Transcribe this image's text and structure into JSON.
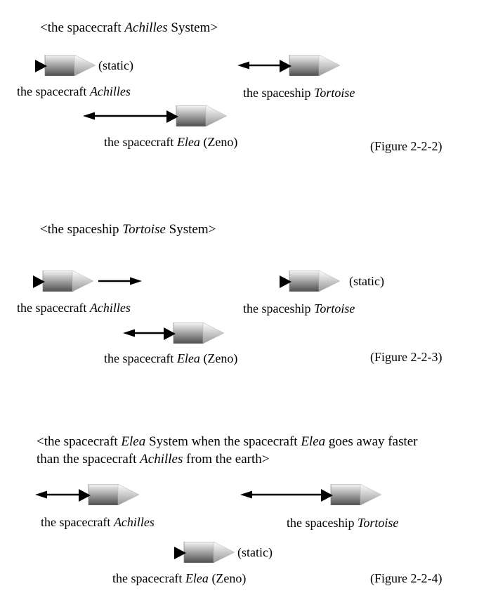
{
  "page": {
    "background_color": "#ffffff",
    "text_color": "#000000"
  },
  "ship_icon": {
    "nozzle_color": "#000000",
    "body_gradient_top": "#f6f6f6",
    "body_gradient_bottom": "#4e4e4e",
    "cone_gradient_top": "#ffffff",
    "cone_gradient_bottom": "#969696",
    "arrow_color": "#000000"
  },
  "figures": [
    {
      "id": "2-2-2",
      "caption": "(Figure 2-2-2)",
      "title_lines": [
        [
          {
            "t": "<the spacecraft ",
            "i": false
          },
          {
            "t": "Achilles",
            "i": true
          },
          {
            "t": " System>",
            "i": false
          }
        ]
      ],
      "ships": {
        "achilles": {
          "label": [
            {
              "t": "the spacecraft ",
              "i": false
            },
            {
              "t": "Achilles",
              "i": true
            }
          ],
          "motion": "static",
          "static_label": "(static)"
        },
        "tortoise": {
          "label": [
            {
              "t": "the spaceship ",
              "i": false
            },
            {
              "t": "Tortoise",
              "i": true
            }
          ],
          "motion": "moving-left"
        },
        "elea": {
          "label": [
            {
              "t": "the spacecraft ",
              "i": false
            },
            {
              "t": "Elea",
              "i": true
            },
            {
              "t": " (Zeno)",
              "i": false
            }
          ],
          "motion": "moving-left"
        }
      }
    },
    {
      "id": "2-2-3",
      "caption": "(Figure 2-2-3)",
      "title_lines": [
        [
          {
            "t": "<the spaceship ",
            "i": false
          },
          {
            "t": "Tortoise",
            "i": true
          },
          {
            "t": " System>",
            "i": false
          }
        ]
      ],
      "ships": {
        "achilles": {
          "label": [
            {
              "t": "the spacecraft ",
              "i": false
            },
            {
              "t": "Achilles",
              "i": true
            }
          ],
          "motion": "moving-right"
        },
        "tortoise": {
          "label": [
            {
              "t": "the spaceship ",
              "i": false
            },
            {
              "t": "Tortoise",
              "i": true
            }
          ],
          "motion": "static",
          "static_label": "(static)"
        },
        "elea": {
          "label": [
            {
              "t": "the spacecraft ",
              "i": false
            },
            {
              "t": "Elea",
              "i": true
            },
            {
              "t": " (Zeno)",
              "i": false
            }
          ],
          "motion": "moving-left"
        }
      }
    },
    {
      "id": "2-2-4",
      "caption": "(Figure 2-2-4)",
      "title_lines": [
        [
          {
            "t": "<the spacecraft ",
            "i": false
          },
          {
            "t": "Elea",
            "i": true
          },
          {
            "t": " System when the spacecraft ",
            "i": false
          },
          {
            "t": "Elea",
            "i": true
          },
          {
            "t": " goes away faster",
            "i": false
          }
        ],
        [
          {
            "t": "than the spacecraft ",
            "i": false
          },
          {
            "t": "Achilles",
            "i": true
          },
          {
            "t": " from the earth>",
            "i": false
          }
        ]
      ],
      "ships": {
        "achilles": {
          "label": [
            {
              "t": "the spacecraft ",
              "i": false
            },
            {
              "t": "Achilles",
              "i": true
            }
          ],
          "motion": "moving-left"
        },
        "tortoise": {
          "label": [
            {
              "t": "the spaceship ",
              "i": false
            },
            {
              "t": "Tortoise",
              "i": true
            }
          ],
          "motion": "moving-left"
        },
        "elea": {
          "label": [
            {
              "t": "the spacecraft ",
              "i": false
            },
            {
              "t": "Elea",
              "i": true
            },
            {
              "t": " (Zeno)",
              "i": false
            }
          ],
          "motion": "static",
          "static_label": "(static)"
        }
      }
    }
  ]
}
